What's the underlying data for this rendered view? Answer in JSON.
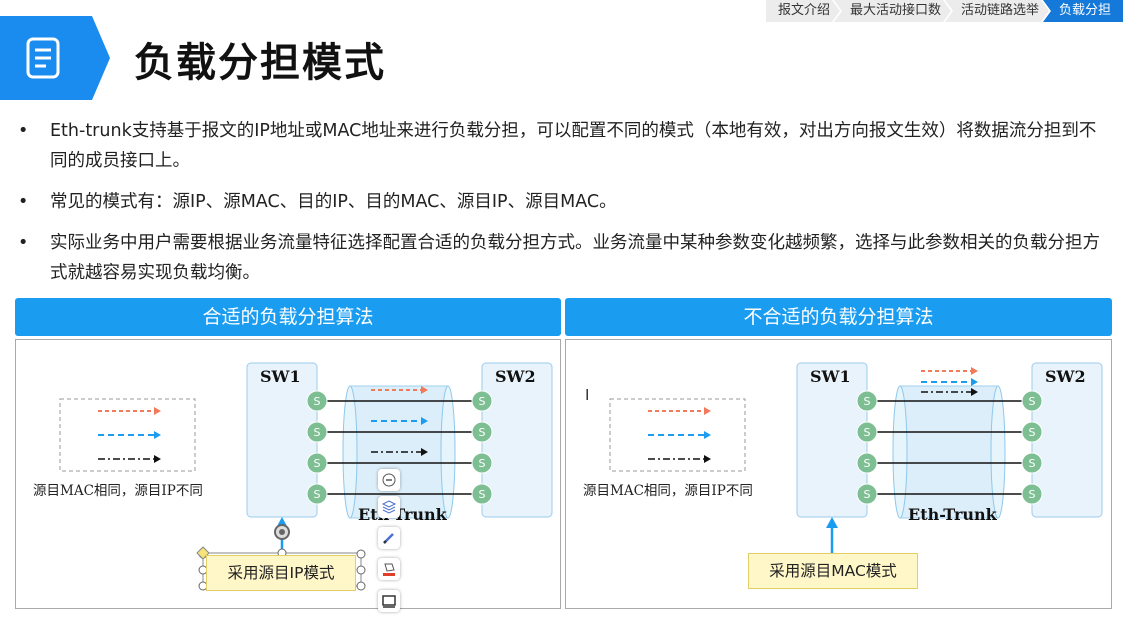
{
  "breadcrumb": [
    "报文介绍",
    "最大活动接口数",
    "活动链路选举",
    "负载分担"
  ],
  "header": {
    "title": "负载分担模式",
    "icon": "document-icon"
  },
  "bullets": [
    {
      "marker": "•",
      "text": "Eth-trunk支持基于报文的IP地址或MAC地址来进行负载分担，可以配置不同的模式（本地有效，对出方向报文生效）将数据流分担到不同的成员接口上。"
    },
    {
      "marker": "•",
      "text": "常见的模式有：源IP、源MAC、目的IP、目的MAC、源目IP、源目MAC。"
    },
    {
      "marker": "•",
      "text": "实际业务中用户需要根据业务流量特征选择配置合适的负载分担方式。业务流量中某种参数变化越频繁，选择与此参数相关的负载分担方式就越容易实现负载均衡。"
    }
  ],
  "panels": [
    {
      "title": "合适的负载分担算法",
      "legend_caption": "源目MAC相同，源目IP不同",
      "sw1": "SW1",
      "sw2": "SW2",
      "port_label": "S",
      "trunk_label": "Eth-Trunk",
      "mode_label": "采用源目IP模式"
    },
    {
      "title": "不合适的负载分担算法",
      "legend_caption": "源目MAC相同，源目IP不同",
      "sw1": "SW1",
      "sw2": "SW2",
      "port_label": "S",
      "trunk_label": "Eth-Trunk",
      "mode_label": "采用源目MAC模式"
    }
  ],
  "colors": {
    "accent": "#1a9cf0",
    "flow_red": "#f07a5a",
    "flow_blue": "#1a9cf0",
    "flow_black": "#111111",
    "port": "#7dbf93"
  },
  "edit_toolbar": [
    "minus-icon",
    "layers-icon",
    "pen-icon",
    "fill-icon",
    "frame-icon"
  ],
  "cursor": "I"
}
